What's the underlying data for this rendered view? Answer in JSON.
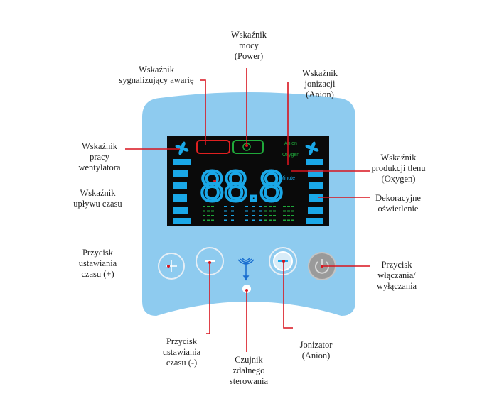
{
  "colors": {
    "panel": "#8ecbef",
    "display": "#0a0a0a",
    "lcd_blue": "#1aa8e8",
    "lcd_green": "#1fa83a",
    "callout": "#d8141e",
    "power_button": "#9a9a9a"
  },
  "display": {
    "digits": "88.8",
    "unit": "Minute",
    "anion": "Anion",
    "oxygen": "Oxygen"
  },
  "labels": {
    "power_indicator": [
      "Wskaźnik",
      "mocy",
      "(Power)"
    ],
    "fault_indicator": [
      "Wskaźnik",
      "sygnalizujący awarię"
    ],
    "ionization_indicator": [
      "Wskaźnik",
      "jonizacji",
      "(Anion)"
    ],
    "fan_indicator": [
      "Wskaźnik",
      "pracy",
      "wentylatora"
    ],
    "time_indicator": [
      "Wskaźnik",
      "upływu czasu"
    ],
    "oxygen_indicator": [
      "Wskaźnik",
      "produkcji tlenu",
      "(Oxygen)"
    ],
    "decorative_light": [
      "Dekoracyjne",
      "oświetlenie"
    ],
    "time_plus_button": [
      "Przycisk",
      "ustawiania",
      "czasu (+)"
    ],
    "power_button": [
      "Przycisk",
      "włączania/",
      "wyłączania"
    ],
    "time_minus_button": [
      "Przycisk",
      "ustawiania",
      "czasu (-)"
    ],
    "remote_sensor": [
      "Czujnik",
      "zdalnego",
      "sterowania"
    ],
    "ionizer_button": [
      "Jonizator",
      "(Anion)"
    ]
  },
  "icons": {
    "fan": "fan-icon",
    "plus": "plus-icon",
    "minus": "minus-icon",
    "antenna": "remote-signal-icon",
    "ionizer": "ionizer-icon",
    "power": "power-icon"
  }
}
